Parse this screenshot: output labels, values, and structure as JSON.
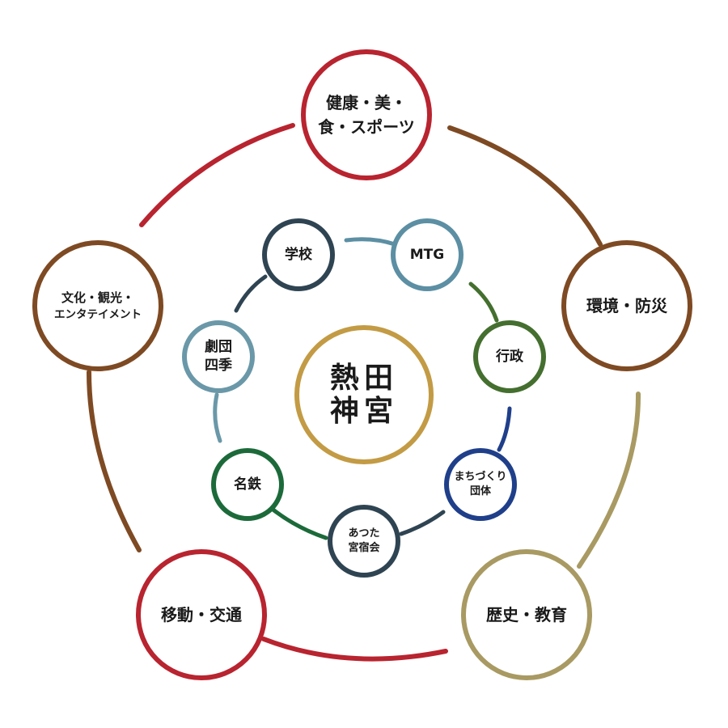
{
  "center": {
    "label_line1": "熱田",
    "label_line2": "神宮",
    "color": "#c39b45"
  },
  "outer_nodes": [
    {
      "id": "health",
      "line1": "健康・美・",
      "line2": "食・スポーツ",
      "color": "#b8242f"
    },
    {
      "id": "environment",
      "line1": "環境・防災",
      "line2": "",
      "color": "#7e4a23"
    },
    {
      "id": "history",
      "line1": "歴史・教育",
      "line2": "",
      "color": "#a89a62"
    },
    {
      "id": "transport",
      "line1": "移動・交通",
      "line2": "",
      "color": "#b8242f"
    },
    {
      "id": "culture",
      "line1": "文化・観光・",
      "line2": "エンタテイメント",
      "color": "#7e4a23"
    }
  ],
  "inner_nodes": [
    {
      "id": "mtg",
      "line1": "MTG",
      "line2": "",
      "color": "#5c8fa3"
    },
    {
      "id": "gyosei",
      "line1": "行政",
      "line2": "",
      "color": "#446f2f"
    },
    {
      "id": "machizukuri",
      "line1": "まちづくり",
      "line2": "団体",
      "color": "#1f3f8a"
    },
    {
      "id": "atsuta",
      "line1": "あつた",
      "line2": "宮宿会",
      "color": "#2f4452"
    },
    {
      "id": "meitetsu",
      "line1": "名鉄",
      "line2": "",
      "color": "#1c6a3a"
    },
    {
      "id": "shiki",
      "line1": "劇団",
      "line2": "四季",
      "color": "#6a98a8"
    },
    {
      "id": "gakko",
      "line1": "学校",
      "line2": "",
      "color": "#2f4452"
    }
  ]
}
